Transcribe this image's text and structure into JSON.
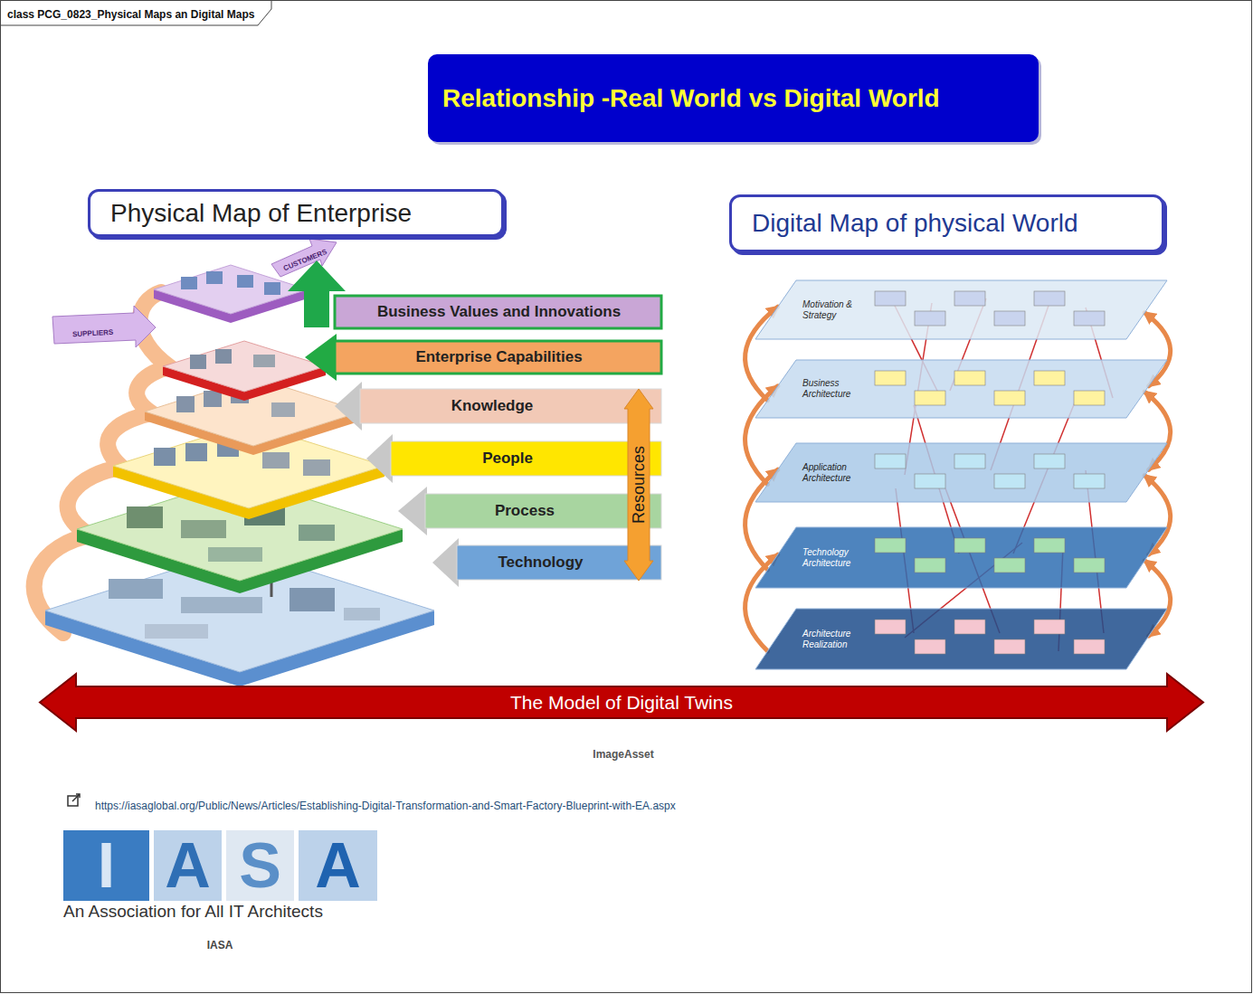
{
  "diagram": {
    "title": "Relationship -Real World vs Digital World",
    "nodes": [
      {
        "text": [
          "Physical Map of Enterprise"
        ]
      },
      {
        "text": [
          "Digital Map of physical World"
        ]
      },
      {
        "text": [
          "Business Values and Innovations"
        ]
      },
      {
        "text": [
          "Enterprise Capabilities"
        ]
      },
      {
        "text": [
          "Knowledge"
        ]
      },
      {
        "text": [
          "People"
        ]
      },
      {
        "text": [
          "Process"
        ]
      },
      {
        "text": [
          "Technology"
        ]
      },
      {
        "text": [
          "Resources"
        ]
      },
      {
        "text": [
          "Motivation & Strategy"
        ]
      },
      {
        "text": [
          "Business Architecture"
        ]
      },
      {
        "text": [
          "Application Architecture"
        ]
      },
      {
        "text": [
          "Technology Architecture"
        ]
      },
      {
        "text": [
          "Architecture Realization"
        ]
      },
      {
        "text": [
          "The Model of Digital Twins"
        ]
      }
    ],
    "edges": [
      {
        "from": 13,
        "to": 12,
        "arrow": "to"
      },
      {
        "from": 12,
        "to": 11,
        "arrow": "to"
      },
      {
        "from": 11,
        "to": 10,
        "arrow": "to"
      },
      {
        "from": 10,
        "to": 9,
        "arrow": "to"
      },
      {
        "from": 9,
        "to": 10,
        "arrow": "both"
      },
      {
        "from": 10,
        "to": 11,
        "arrow": "both"
      },
      {
        "from": 11,
        "to": 12,
        "arrow": "both"
      },
      {
        "from": 12,
        "to": 13,
        "arrow": "both"
      }
    ],
    "labels": [
      "class PCG_0823_Physical Maps an Digital Maps",
      "SUPPLIERS",
      "CUSTOMERS",
      "ImageAsset",
      "https://iasaglobal.org/Public/News/Articles/Establishing-Digital-Transformation-and-Smart-Factory-Blueprint-with-EA.aspx",
      "I",
      "A",
      "S",
      "A",
      "An Association for All IT Architects",
      "IASA"
    ]
  }
}
